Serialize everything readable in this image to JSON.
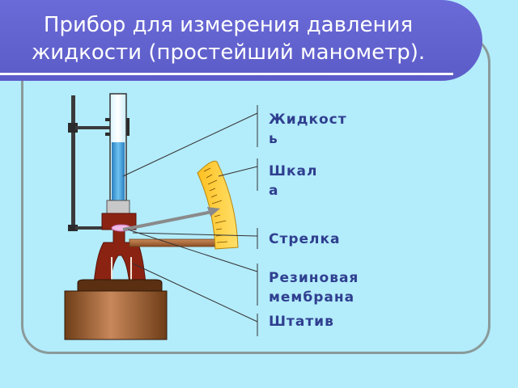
{
  "title": {
    "line1": "Прибор для измерения давления",
    "line2": "жидкости (простейший манометр)."
  },
  "labels": {
    "liquid_1": "Жидкост",
    "liquid_2": "ь",
    "scale_1": "Шкал",
    "scale_2": "а",
    "pointer": "Стрелка",
    "membrane_1": "Резиновая",
    "membrane_2": "мембрана",
    "stand": "Штатив"
  },
  "colors": {
    "background": "#b3ecfb",
    "banner": "#5c5cc8",
    "label_text": "#2f3f8f",
    "liquid": "#4aa6dc",
    "stand_body": "#a26b3c",
    "frame": "#8b1f10",
    "scale": "#ffd23a"
  }
}
